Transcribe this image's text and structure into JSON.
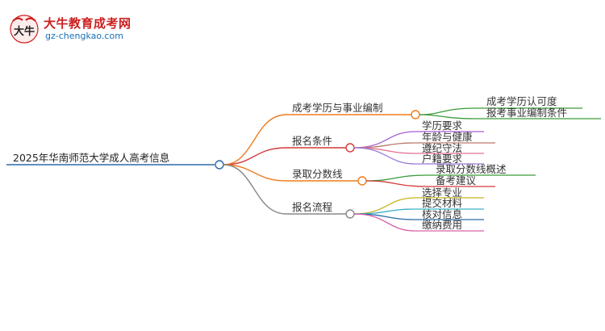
{
  "logo": {
    "mark_text": "大牛",
    "title": "大牛教育成考网",
    "url": "gz-chengkao.com"
  },
  "mindmap": {
    "root": "2025年华南师范大学成人高考信息",
    "branches": [
      {
        "label": "成考学历与事业编制",
        "color": "#f07c1c",
        "children": [
          "成考学历认可度",
          "报考事业编制条件"
        ],
        "child_colors": [
          "#3a9a3a",
          "#3a9a3a"
        ]
      },
      {
        "label": "报名条件",
        "color": "#d43a3a",
        "children": [
          "学历要求",
          "年龄与健康",
          "遵纪守法",
          "户籍要求"
        ],
        "child_colors": [
          "#a55fd4",
          "#b87a6a",
          "#e07090",
          "#9a7ad8"
        ]
      },
      {
        "label": "录取分数线",
        "color": "#f07c1c",
        "children": [
          "录取分数线概述",
          "备考建议"
        ],
        "child_colors": [
          "#3a9a3a",
          "#d43a3a"
        ]
      },
      {
        "label": "报名流程",
        "color": "#888888",
        "children": [
          "选择专业",
          "提交材料",
          "核对信息",
          "缴纳费用"
        ],
        "child_colors": [
          "#c8b41c",
          "#3ab0c8",
          "#2a6aa8",
          "#d860a8"
        ]
      }
    ],
    "root_color": "#2a6aa8"
  }
}
